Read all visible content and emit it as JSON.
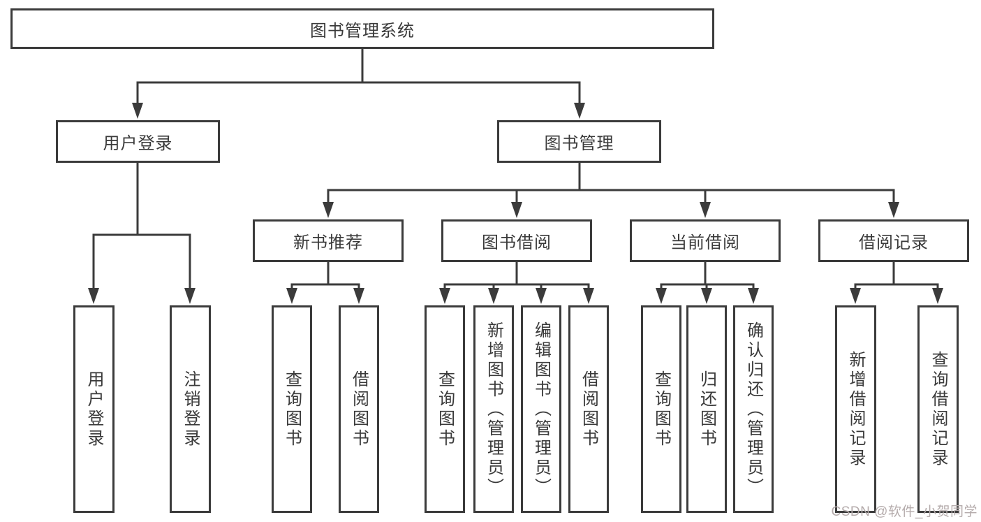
{
  "diagram": {
    "root": {
      "label": "图书管理系统"
    },
    "level2": {
      "user_login": {
        "label": "用户登录"
      },
      "book_mgmt": {
        "label": "图书管理"
      }
    },
    "level3": {
      "new_book_rec": {
        "label": "新书推荐"
      },
      "book_borrow": {
        "label": "图书借阅"
      },
      "current_borrow": {
        "label": "当前借阅"
      },
      "borrow_records": {
        "label": "借阅记录"
      }
    },
    "leaves": {
      "login": {
        "label": "用户登录"
      },
      "logout": {
        "label": "注销登录"
      },
      "rec_query": {
        "label": "查询图书"
      },
      "rec_borrow": {
        "label": "借阅图书"
      },
      "bb_query": {
        "label": "查询图书"
      },
      "bb_add": {
        "label": "新增图书（管理员）"
      },
      "bb_edit": {
        "label": "编辑图书（管理员）"
      },
      "bb_borrow": {
        "label": "借阅图书"
      },
      "cb_query": {
        "label": "查询图书"
      },
      "cb_return": {
        "label": "归还图书"
      },
      "cb_confirm": {
        "label": "确认归还（管理员）"
      },
      "br_add": {
        "label": "新增借阅记录"
      },
      "br_query": {
        "label": "查询借阅记录"
      }
    }
  },
  "watermark": {
    "text": "CSDN @软件_小贺同学"
  },
  "colors": {
    "background": "#ffffff",
    "box_fill": "#ffffff",
    "box_border": "#3b3b3b",
    "line": "#3b3b3b",
    "text": "#3a3a3a",
    "watermark": "#b4abab"
  }
}
